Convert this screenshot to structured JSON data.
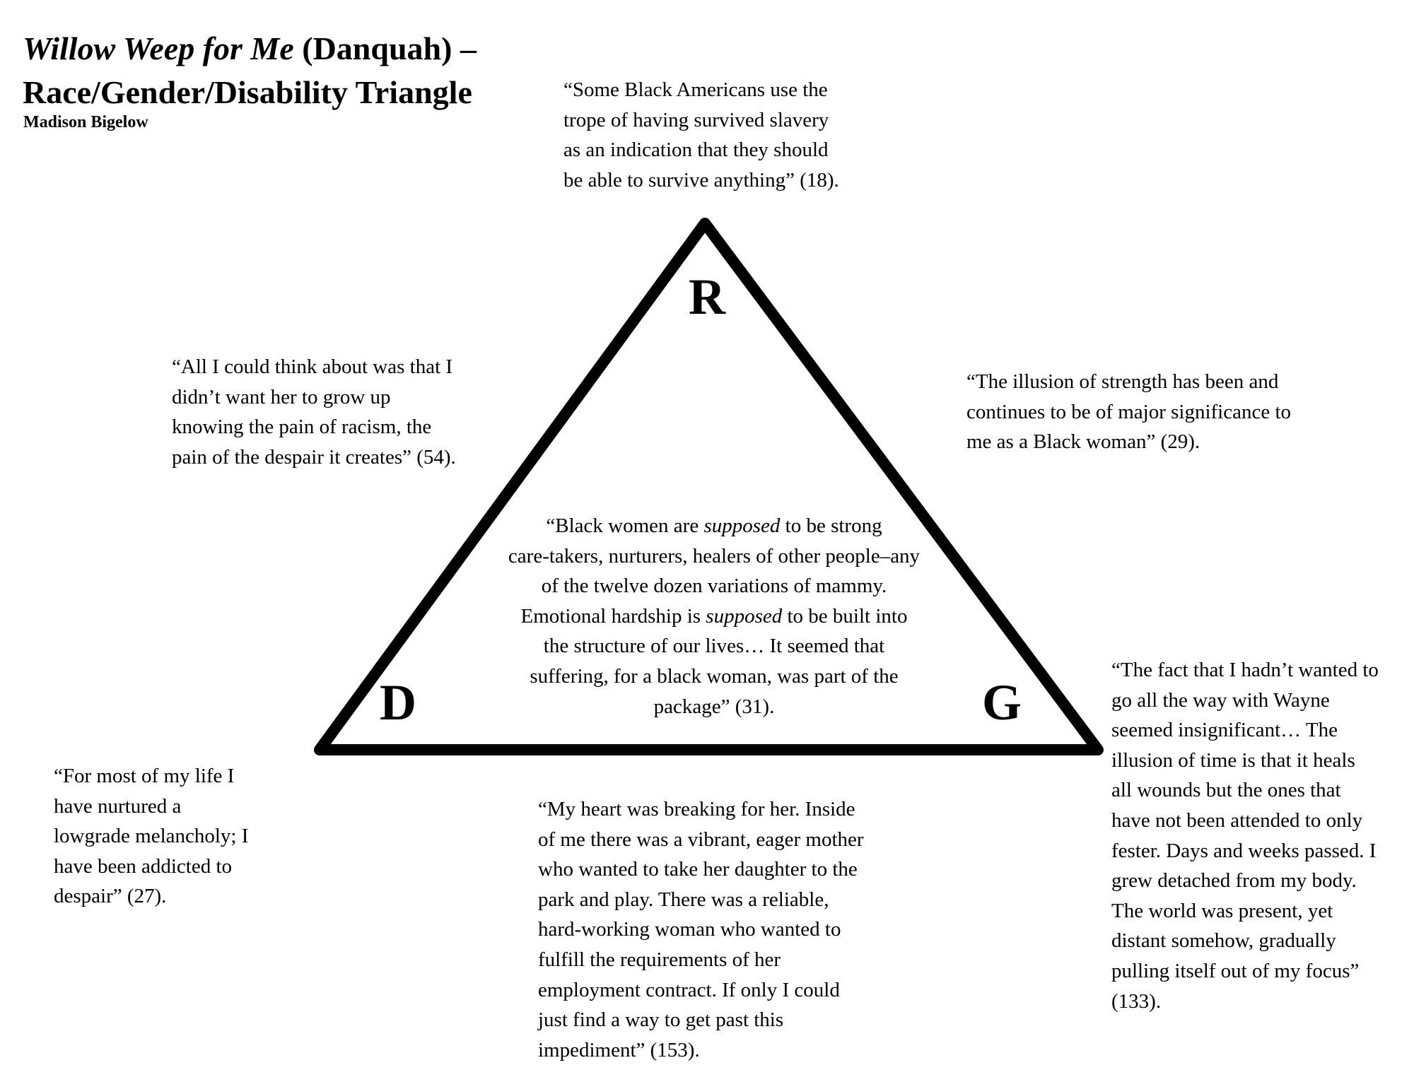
{
  "title": {
    "italic_part": "Willow Weep for Me",
    "rest_line1": " (Danquah) –",
    "line2": "Race/Gender/Disability Triangle"
  },
  "author": "Madison Bigelow",
  "vertices": {
    "top": "R",
    "bottom_left": "D",
    "bottom_right": "G"
  },
  "quotes": {
    "race_top": [
      "“Some Black Americans use the",
      "trope of having survived slavery",
      "as an indication that they should",
      "be able to survive anything” (18)."
    ],
    "race_disability_left": [
      "“All I could think about was that I",
      "didn’t want her to grow up",
      "knowing the pain of racism, the",
      "pain of the despair it creates” (54)."
    ],
    "race_gender_right": [
      "“The illusion of strength has been and",
      "continues to be of major significance to",
      "me as a Black woman” (29)."
    ],
    "center": {
      "l1_a": "“Black women are ",
      "l1_em": "supposed",
      "l1_b": " to be strong",
      "l2": "care-takers, nurturers, healers of other people–any",
      "l3": "of the twelve dozen variations of mammy.",
      "l4_a": "Emotional hardship is ",
      "l4_em": "supposed",
      "l4_b": " to be built into",
      "l5": "the structure of our lives… It seemed that",
      "l6": "suffering, for a black woman, was part of the",
      "l7": "package” (31)."
    },
    "gender_right": [
      "“The fact that I hadn’t wanted to",
      "go all the way with Wayne",
      "seemed insignificant… The",
      "illusion of time is that it heals",
      "all wounds but the ones that",
      "have not been attended to only",
      "fester. Days and weeks passed. I",
      "grew detached from my body.",
      "The world was present, yet",
      "distant somehow, gradually",
      "pulling itself out of my focus”",
      "(133)."
    ],
    "disability_left": [
      "“For most of my life I",
      "have nurtured a",
      "lowgrade melancholy; I",
      "have been addicted to",
      "despair” (27)."
    ],
    "disability_gender_bottom": [
      "“My heart was breaking for her. Inside",
      "of me there was a vibrant, eager mother",
      "who wanted to take her daughter to the",
      "park and play. There was a reliable,",
      "hard-working woman who wanted to",
      "fulfill the requirements of her",
      "employment contract. If only I could",
      "just find a way to get past this",
      "impediment” (153)."
    ]
  }
}
